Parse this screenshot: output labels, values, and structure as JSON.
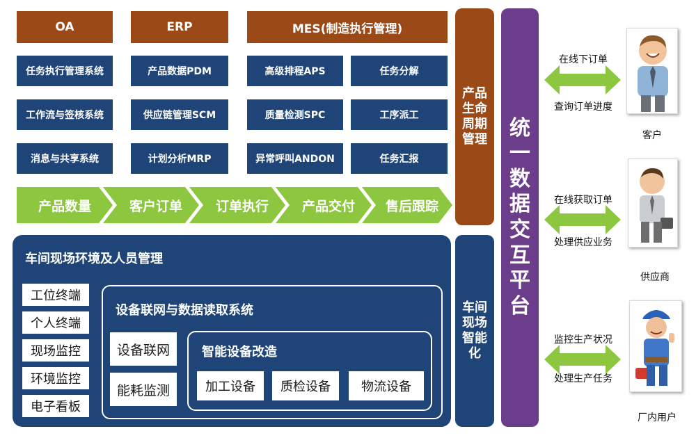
{
  "headers": {
    "oa": "OA",
    "erp": "ERP",
    "mes": "MES(制造执行管理)"
  },
  "modules": {
    "oa": [
      "任务执行管理系统",
      "工作流与签核系统",
      "消息与共享系统"
    ],
    "erp": [
      "产品数据PDM",
      "供应链管理SCM",
      "计划分析MRP"
    ],
    "mes_left": [
      "高级排程APS",
      "质量检测SPC",
      "异常呼叫ANDON"
    ],
    "mes_right": [
      "任务分解",
      "工序派工",
      "任务汇报"
    ]
  },
  "flow": [
    "产品数量",
    "客户订单",
    "订单执行",
    "产品交付",
    "售后跟踪"
  ],
  "lifecycle": [
    "产品",
    "生命",
    "周期",
    "管理"
  ],
  "workshop_intel": [
    "车间",
    "现场",
    "智能",
    "化"
  ],
  "platform": [
    "统",
    "一",
    "数",
    "据",
    "交",
    "互",
    "平",
    "台"
  ],
  "workshop": {
    "title": "车间现场环境及人员管理",
    "items": [
      "工位终端",
      "个人终端",
      "现场监控",
      "环境监控",
      "电子看板"
    ],
    "network": {
      "title": "设备联网与数据读取系统",
      "items": [
        "设备联网",
        "能耗监测"
      ],
      "smart": {
        "title": "智能设备改造",
        "items": [
          "加工设备",
          "质检设备",
          "物流设备"
        ]
      }
    }
  },
  "parties": [
    {
      "name": "客户",
      "top_text": "在线下订单",
      "bottom_text": "查询订单进度",
      "icon": "businessman-icon"
    },
    {
      "name": "供应商",
      "top_text": "在线获取订单",
      "bottom_text": "处理供应业务",
      "icon": "supplier-icon"
    },
    {
      "name": "厂内用户",
      "top_text": "监控生产状况",
      "bottom_text": "处理生产任务",
      "icon": "worker-icon"
    }
  ],
  "colors": {
    "header": "#9b4a17",
    "module": "#1f4477",
    "flow": "#8dc63f",
    "lifecycle": "#9b4a17",
    "platform": "#6b3d8a",
    "arrow": "#8dc63f"
  }
}
